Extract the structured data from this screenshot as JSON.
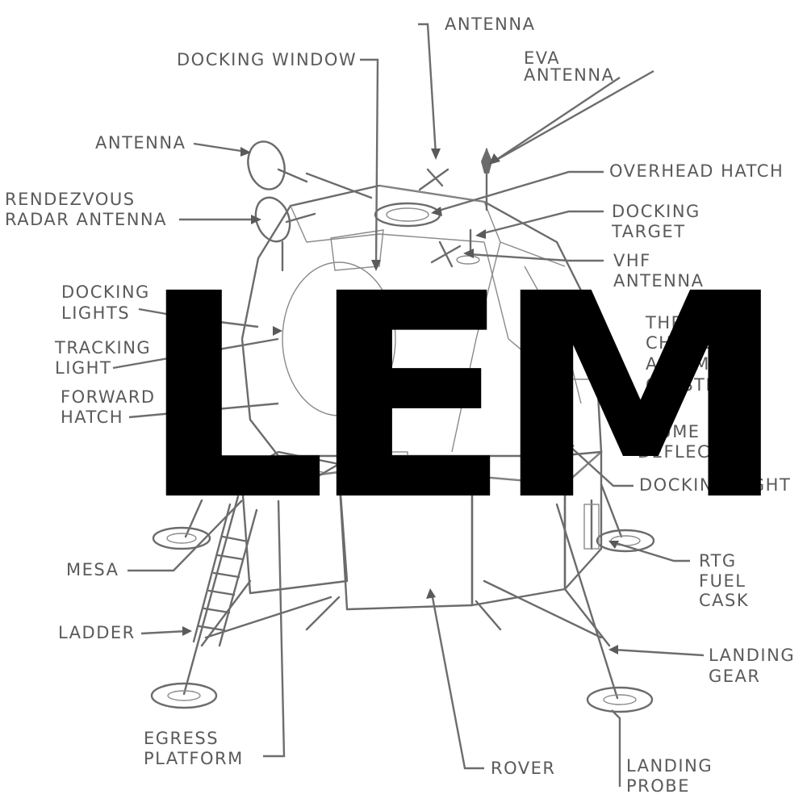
{
  "title": "LEM",
  "colors": {
    "ink": "#5a5a5a",
    "title": "#000000",
    "background": "#ffffff"
  },
  "labels": {
    "antenna_top": "ANTENNA",
    "docking_window": "DOCKING WINDOW",
    "eva_antenna_1": "EVA",
    "eva_antenna_2": "ANTENNA",
    "antenna_left": "ANTENNA",
    "overhead_hatch": "OVERHEAD HATCH",
    "rendezvous_1": "RENDEZVOUS",
    "rendezvous_2": "RADAR ANTENNA",
    "docking_target_1": "DOCKING",
    "docking_target_2": "TARGET",
    "vhf_1": "VHF",
    "vhf_2": "ANTENNA",
    "docking_lights_1": "DOCKING",
    "docking_lights_2": "LIGHTS",
    "thrust_1": "THRUST",
    "thrust_2": "CHAMBER",
    "thrust_3": "ASSEMBLY",
    "thrust_4": "CLUSTER",
    "tracking_1": "TRACKING",
    "tracking_2": "LIGHT",
    "forward_1": "FORWARD",
    "forward_2": "HATCH",
    "plume_1": "PLUME",
    "plume_2": "DEFLECTOR",
    "docking_light": "DOCKING LIGHT",
    "mesa": "MESA",
    "rtg_1": "RTG",
    "rtg_2": "FUEL",
    "rtg_3": "CASK",
    "ladder": "LADDER",
    "landing_gear_1": "LANDING",
    "landing_gear_2": "GEAR",
    "egress_1": "EGRESS",
    "egress_2": "PLATFORM",
    "rover": "ROVER",
    "landing_probe_1": "LANDING",
    "landing_probe_2": "PROBE"
  }
}
